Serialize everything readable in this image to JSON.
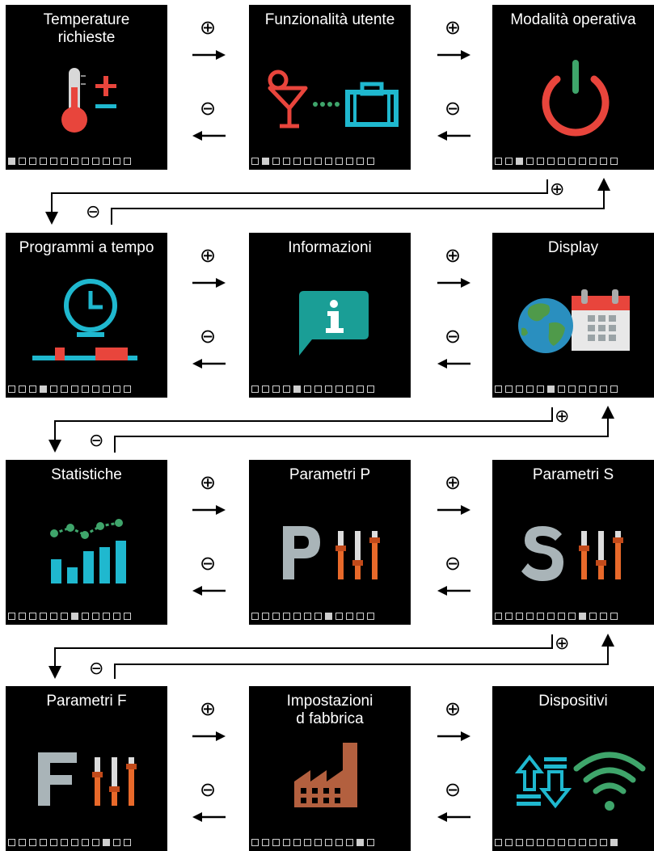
{
  "screens": [
    {
      "title": "Temperature\nrichieste",
      "icon": "thermometer-plus-minus-icon",
      "active_index": 0
    },
    {
      "title": "Funzionalità utente",
      "icon": "cocktail-suitcase-icon",
      "active_index": 1
    },
    {
      "title": "Modalità operativa",
      "icon": "power-icon",
      "active_index": 2
    },
    {
      "title": "Programmi a tempo",
      "icon": "clock-timeline-icon",
      "active_index": 3
    },
    {
      "title": "Informazioni",
      "icon": "info-bubble-icon",
      "active_index": 4
    },
    {
      "title": "Display",
      "icon": "globe-calendar-icon",
      "active_index": 5
    },
    {
      "title": "Statistiche",
      "icon": "bar-line-chart-icon",
      "active_index": 6
    },
    {
      "title": "Parametri P",
      "icon": "p-sliders-icon",
      "active_index": 7
    },
    {
      "title": "Parametri S",
      "icon": "s-sliders-icon",
      "active_index": 8
    },
    {
      "title": "Parametri F",
      "icon": "f-sliders-icon",
      "active_index": 9
    },
    {
      "title": "Impostazioni\nd fabbrica",
      "icon": "factory-icon",
      "active_index": 10
    },
    {
      "title": "Dispositivi",
      "icon": "transfer-wifi-icon",
      "active_index": 11
    }
  ],
  "page_indicator_count": 12,
  "nav": {
    "plus_symbol": "⊕",
    "minus_symbol": "⊖"
  },
  "colors": {
    "red": "#e8453c",
    "cyan": "#1fb8cf",
    "green": "#3fa56b",
    "orange": "#e8692a",
    "grey_letter": "#a9b4b8",
    "teal": "#1a9e96",
    "brown": "#b3603f"
  }
}
